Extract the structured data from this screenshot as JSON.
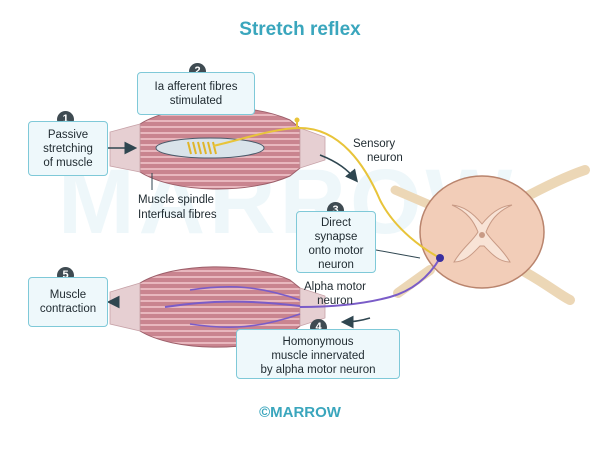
{
  "title": "Stretch reflex",
  "watermark": "MARROW",
  "copyright": "©MARROW",
  "steps": [
    {
      "number": "1",
      "lines": [
        "Passive",
        "stretching",
        "of muscle"
      ]
    },
    {
      "number": "2",
      "lines": [
        "Ia afferent fibres",
        "stimulated"
      ]
    },
    {
      "number": "3",
      "lines": [
        "Direct",
        "synapse",
        "onto motor",
        "neuron"
      ]
    },
    {
      "number": "4",
      "lines": [
        "Homonymous",
        "muscle innervated",
        "by alpha motor neuron"
      ]
    },
    {
      "number": "5",
      "lines": [
        "Muscle",
        "contraction"
      ]
    }
  ],
  "labels": {
    "sensory_neuron": [
      "Sensory",
      "neuron"
    ],
    "muscle_spindle": "Muscle spindle",
    "interfusal_fibres": "Interfusal fibres",
    "alpha_motor_neuron": [
      "Alpha motor",
      "neuron"
    ]
  },
  "colors": {
    "accent": "#3aa6bd",
    "box_border": "#7fc9d8",
    "box_fill": "#eef8fb",
    "badge": "#3f4b52",
    "sensory_fiber": "#e8c43a",
    "motor_fiber": "#7a5cc8",
    "muscle": "#c9848f",
    "spinal_cord": "#f2cdb8",
    "nerve_root": "#ecd7b6"
  }
}
